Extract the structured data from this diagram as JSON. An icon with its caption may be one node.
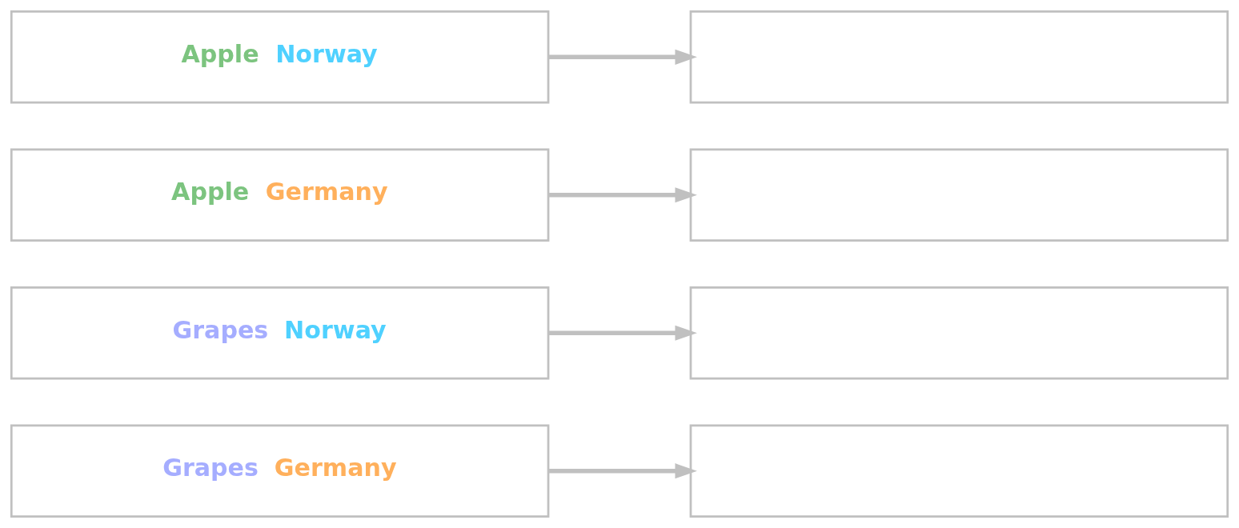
{
  "diagram": {
    "nodes": [
      {
        "text": [
          "Apple",
          "Norway"
        ]
      },
      {
        "text": [],
        "shape": "box"
      },
      {
        "text": [
          "Apple",
          "Germany"
        ]
      },
      {
        "text": [],
        "shape": "box"
      },
      {
        "text": [
          "Grapes",
          "Norway"
        ]
      },
      {
        "text": [],
        "shape": "box"
      },
      {
        "text": [
          "Grapes",
          "Germany"
        ]
      },
      {
        "text": [],
        "shape": "box"
      }
    ],
    "edges": [
      {
        "from": 0,
        "to": 1,
        "arrow": "to"
      },
      {
        "from": 2,
        "to": 3,
        "arrow": "to"
      },
      {
        "from": 4,
        "to": 5,
        "arrow": "to"
      },
      {
        "from": 6,
        "to": 7,
        "arrow": "to"
      }
    ]
  }
}
